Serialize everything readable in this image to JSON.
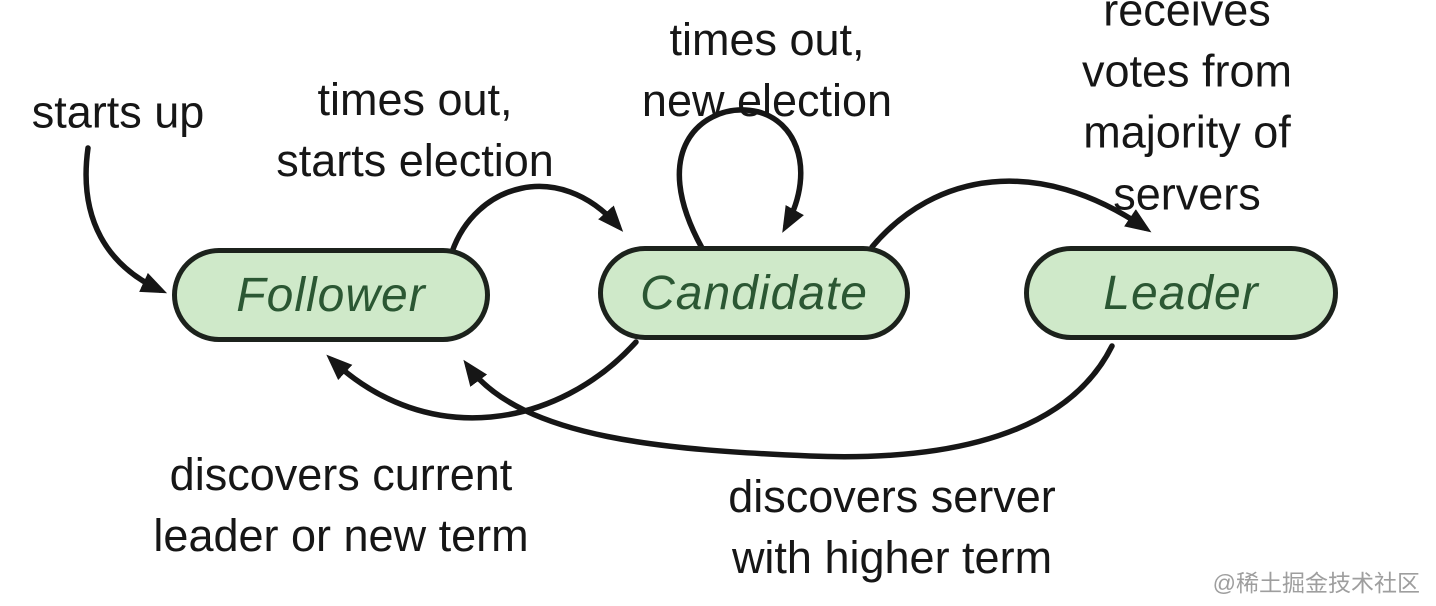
{
  "diagram": {
    "type": "state-machine",
    "states": [
      {
        "id": "follower",
        "label": "Follower"
      },
      {
        "id": "candidate",
        "label": "Candidate"
      },
      {
        "id": "leader",
        "label": "Leader"
      }
    ],
    "transitions": [
      {
        "id": "start-to-follower",
        "to": "follower",
        "label": "starts up"
      },
      {
        "id": "follower-to-candidate",
        "from": "follower",
        "to": "candidate",
        "label": "times out,\nstarts election"
      },
      {
        "id": "candidate-self-loop",
        "from": "candidate",
        "to": "candidate",
        "label": "times out,\nnew election"
      },
      {
        "id": "candidate-to-leader",
        "from": "candidate",
        "to": "leader",
        "label": "receives votes from\nmajority of servers"
      },
      {
        "id": "candidate-to-follower",
        "from": "candidate",
        "to": "follower",
        "label": "discovers current\nleader or new term"
      },
      {
        "id": "leader-to-follower",
        "from": "leader",
        "to": "follower",
        "label": "discovers server\nwith higher term"
      }
    ]
  },
  "watermark": {
    "text": "@稀土掘金技术社区"
  },
  "colors": {
    "background": "#ffffff",
    "state_fill": "#cfe9c9",
    "state_border": "#1c221c",
    "state_text": "#2b5733",
    "label_text": "#161616",
    "arrow": "#161616",
    "watermark_text": "#9e9e9e"
  }
}
